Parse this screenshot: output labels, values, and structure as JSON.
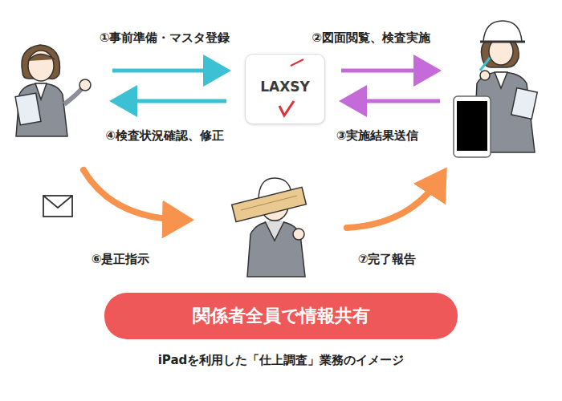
{
  "diagram": {
    "caption": "iPadを利用した「仕上調査」業務のイメージ",
    "nodes": [
      {
        "text": [
          "LAXSY"
        ]
      },
      {
        "text": [
          "関係者全員で情報共有"
        ]
      }
    ],
    "edges": [],
    "labels": [
      "①事前準備・マスタ登録",
      "②図面閲覧、検査実施",
      "④検査状況確認、修正",
      "③実施結果送信",
      "⑥是正指示",
      "⑦完了報告"
    ]
  }
}
